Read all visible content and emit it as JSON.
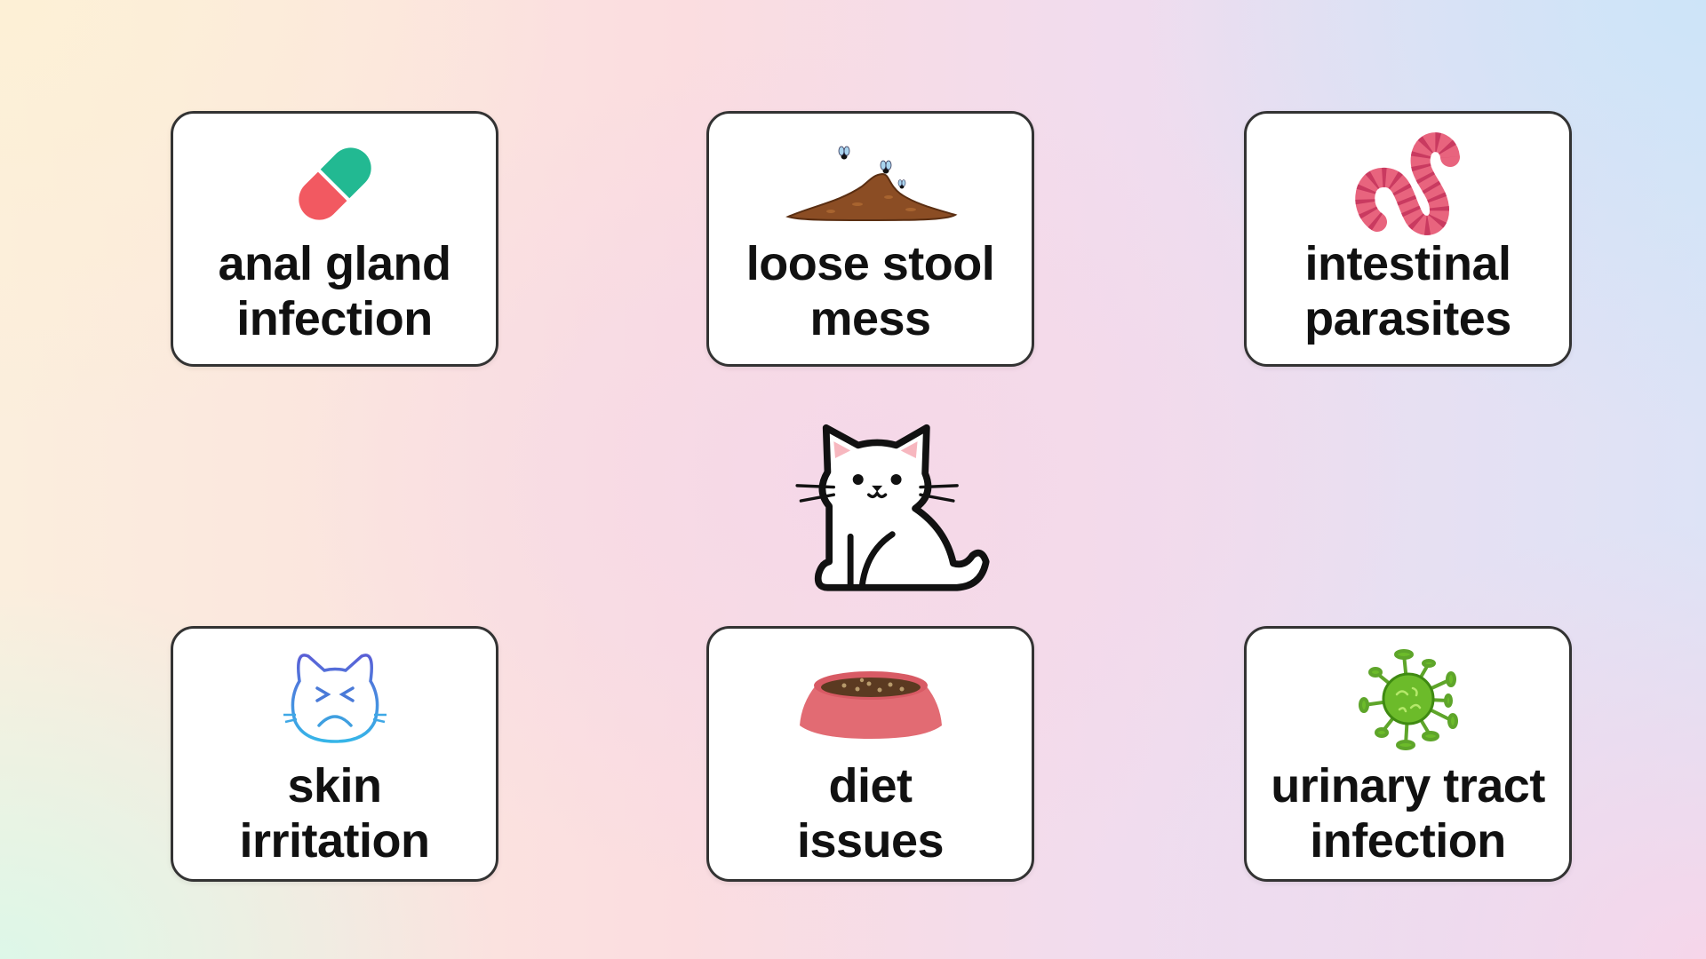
{
  "cards": [
    {
      "label_line1": "anal gland",
      "label_line2": "infection",
      "icon": "pill-capsule-icon",
      "colors": {
        "primary": "#f25961",
        "secondary": "#22b992"
      }
    },
    {
      "label_line1": "loose stool",
      "label_line2": "mess",
      "icon": "stool-pile-with-flies-icon",
      "colors": {
        "primary": "#8b4d24",
        "secondary": "#5b8fc4"
      }
    },
    {
      "label_line1": "intestinal",
      "label_line2": "parasites",
      "icon": "worm-icon",
      "colors": {
        "primary": "#e8647e",
        "secondary": "#c93a60"
      }
    },
    {
      "label_line1": "skin",
      "label_line2": "irritation",
      "icon": "distressed-cat-face-icon",
      "colors": {
        "primary": "#5a6ed8",
        "secondary": "#3bb3e6"
      }
    },
    {
      "label_line1": "diet",
      "label_line2": "issues",
      "icon": "food-bowl-icon",
      "colors": {
        "primary": "#e26b73",
        "secondary": "#5b3a21"
      }
    },
    {
      "label_line1": "urinary tract",
      "label_line2": "infection",
      "icon": "virus-germ-icon",
      "colors": {
        "primary": "#6cbb2a",
        "secondary": "#3f8a12"
      }
    }
  ],
  "center": {
    "icon": "sitting-cat-icon"
  },
  "background": {
    "top_left": "#fdf0d6",
    "top_right": "#cde4f8",
    "bottom_left": "#ddf7e8",
    "bottom_right": "#f6d6ea",
    "center": "#f5d8e8"
  }
}
